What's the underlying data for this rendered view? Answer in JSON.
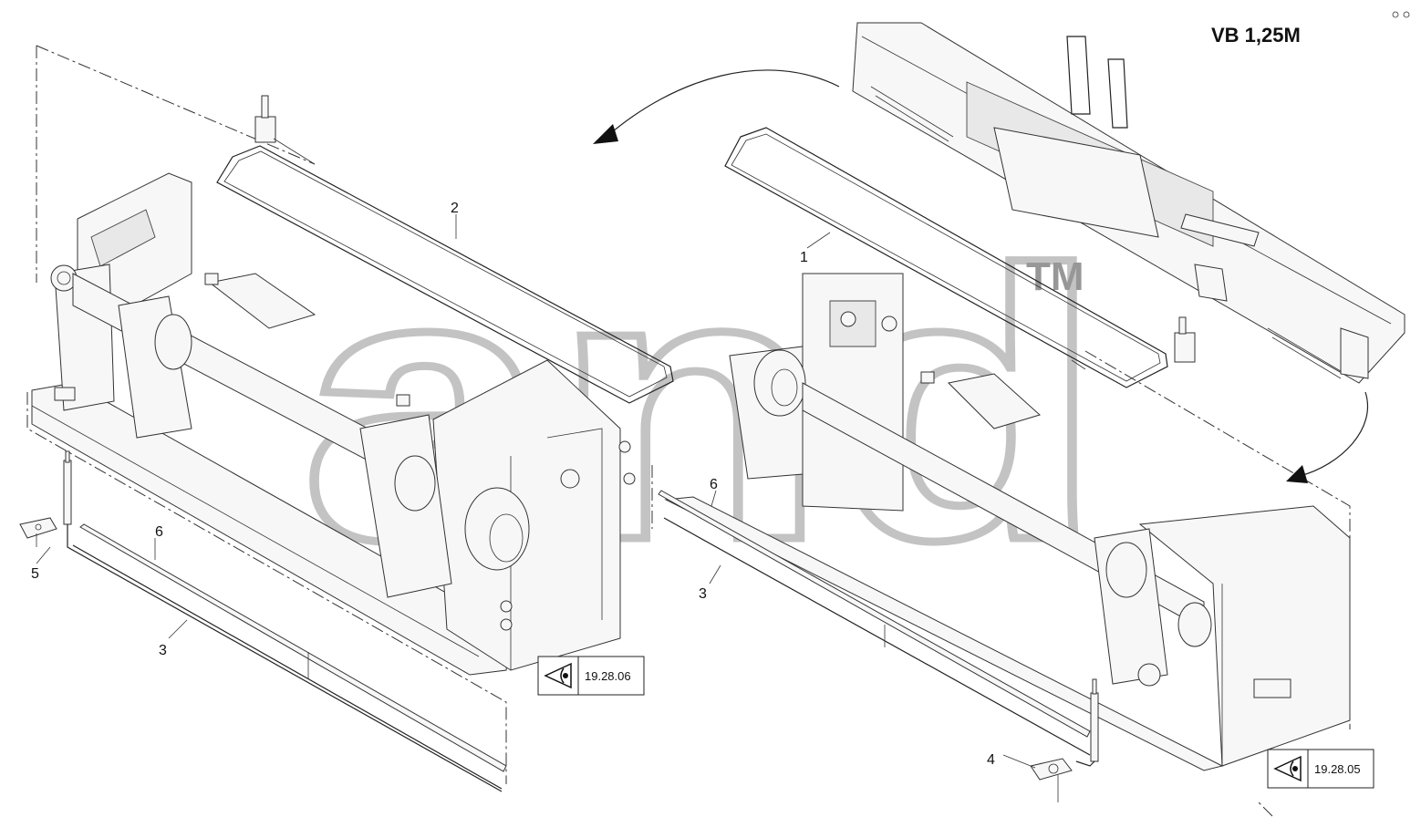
{
  "diagram": {
    "title": "VB 1,25M",
    "watermark": "and",
    "watermark_tm": "TM",
    "callouts": [
      {
        "id": "c1",
        "text": "1"
      },
      {
        "id": "c2",
        "text": "2"
      },
      {
        "id": "c3a",
        "text": "3"
      },
      {
        "id": "c3b",
        "text": "3"
      },
      {
        "id": "c4",
        "text": "4"
      },
      {
        "id": "c5",
        "text": "5"
      },
      {
        "id": "c6a",
        "text": "6"
      },
      {
        "id": "c6b",
        "text": "6"
      }
    ],
    "references": [
      {
        "id": "ref1",
        "text": "19.28.06",
        "icon": "eye-icon"
      },
      {
        "id": "ref2",
        "text": "19.28.05",
        "icon": "eye-icon"
      }
    ]
  }
}
